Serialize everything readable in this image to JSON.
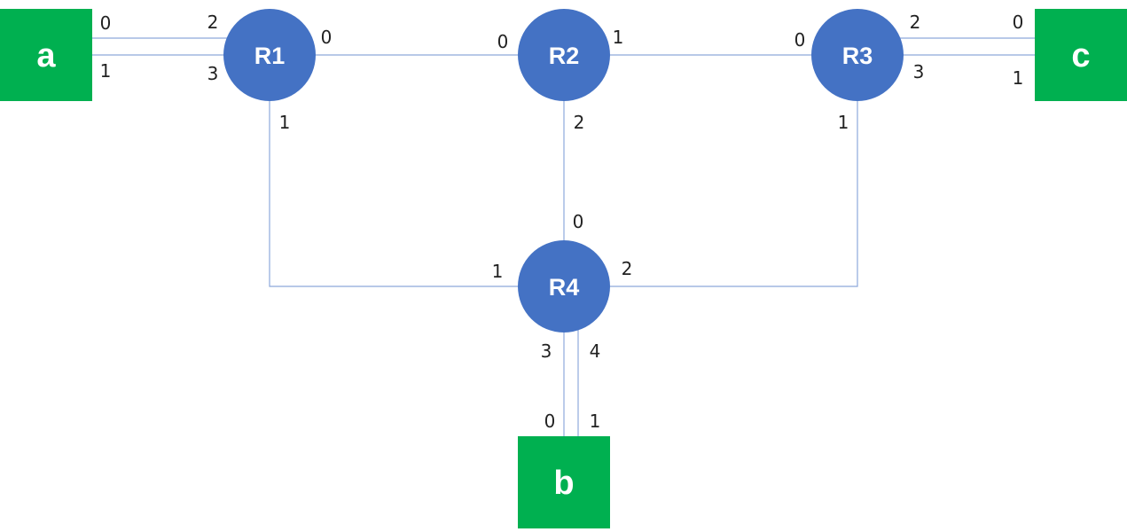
{
  "colors": {
    "router_fill": "#4472C4",
    "host_fill": "#00B050",
    "link_stroke": "#8EA9DB",
    "label_text": "#ffffff",
    "port_text": "#222222"
  },
  "routers": [
    {
      "id": "R1",
      "label": "R1"
    },
    {
      "id": "R2",
      "label": "R2"
    },
    {
      "id": "R3",
      "label": "R3"
    },
    {
      "id": "R4",
      "label": "R4"
    }
  ],
  "hosts": [
    {
      "id": "a",
      "label": "a"
    },
    {
      "id": "b",
      "label": "b"
    },
    {
      "id": "c",
      "label": "c"
    }
  ],
  "links": [
    {
      "from": "a",
      "from_port": "0",
      "to": "R1",
      "to_port": "2"
    },
    {
      "from": "a",
      "from_port": "1",
      "to": "R1",
      "to_port": "3"
    },
    {
      "from": "R1",
      "from_port": "0",
      "to": "R2",
      "to_port": "0"
    },
    {
      "from": "R2",
      "from_port": "1",
      "to": "R3",
      "to_port": "0"
    },
    {
      "from": "R3",
      "from_port": "2",
      "to": "c",
      "to_port": "0"
    },
    {
      "from": "R3",
      "from_port": "3",
      "to": "c",
      "to_port": "1"
    },
    {
      "from": "R1",
      "from_port": "1",
      "to": "R4",
      "to_port": "1"
    },
    {
      "from": "R2",
      "from_port": "2",
      "to": "R4",
      "to_port": "0"
    },
    {
      "from": "R3",
      "from_port": "1",
      "to": "R4",
      "to_port": "2"
    },
    {
      "from": "R4",
      "from_port": "3",
      "to": "b",
      "to_port": "0"
    },
    {
      "from": "R4",
      "from_port": "4",
      "to": "b",
      "to_port": "1"
    }
  ]
}
